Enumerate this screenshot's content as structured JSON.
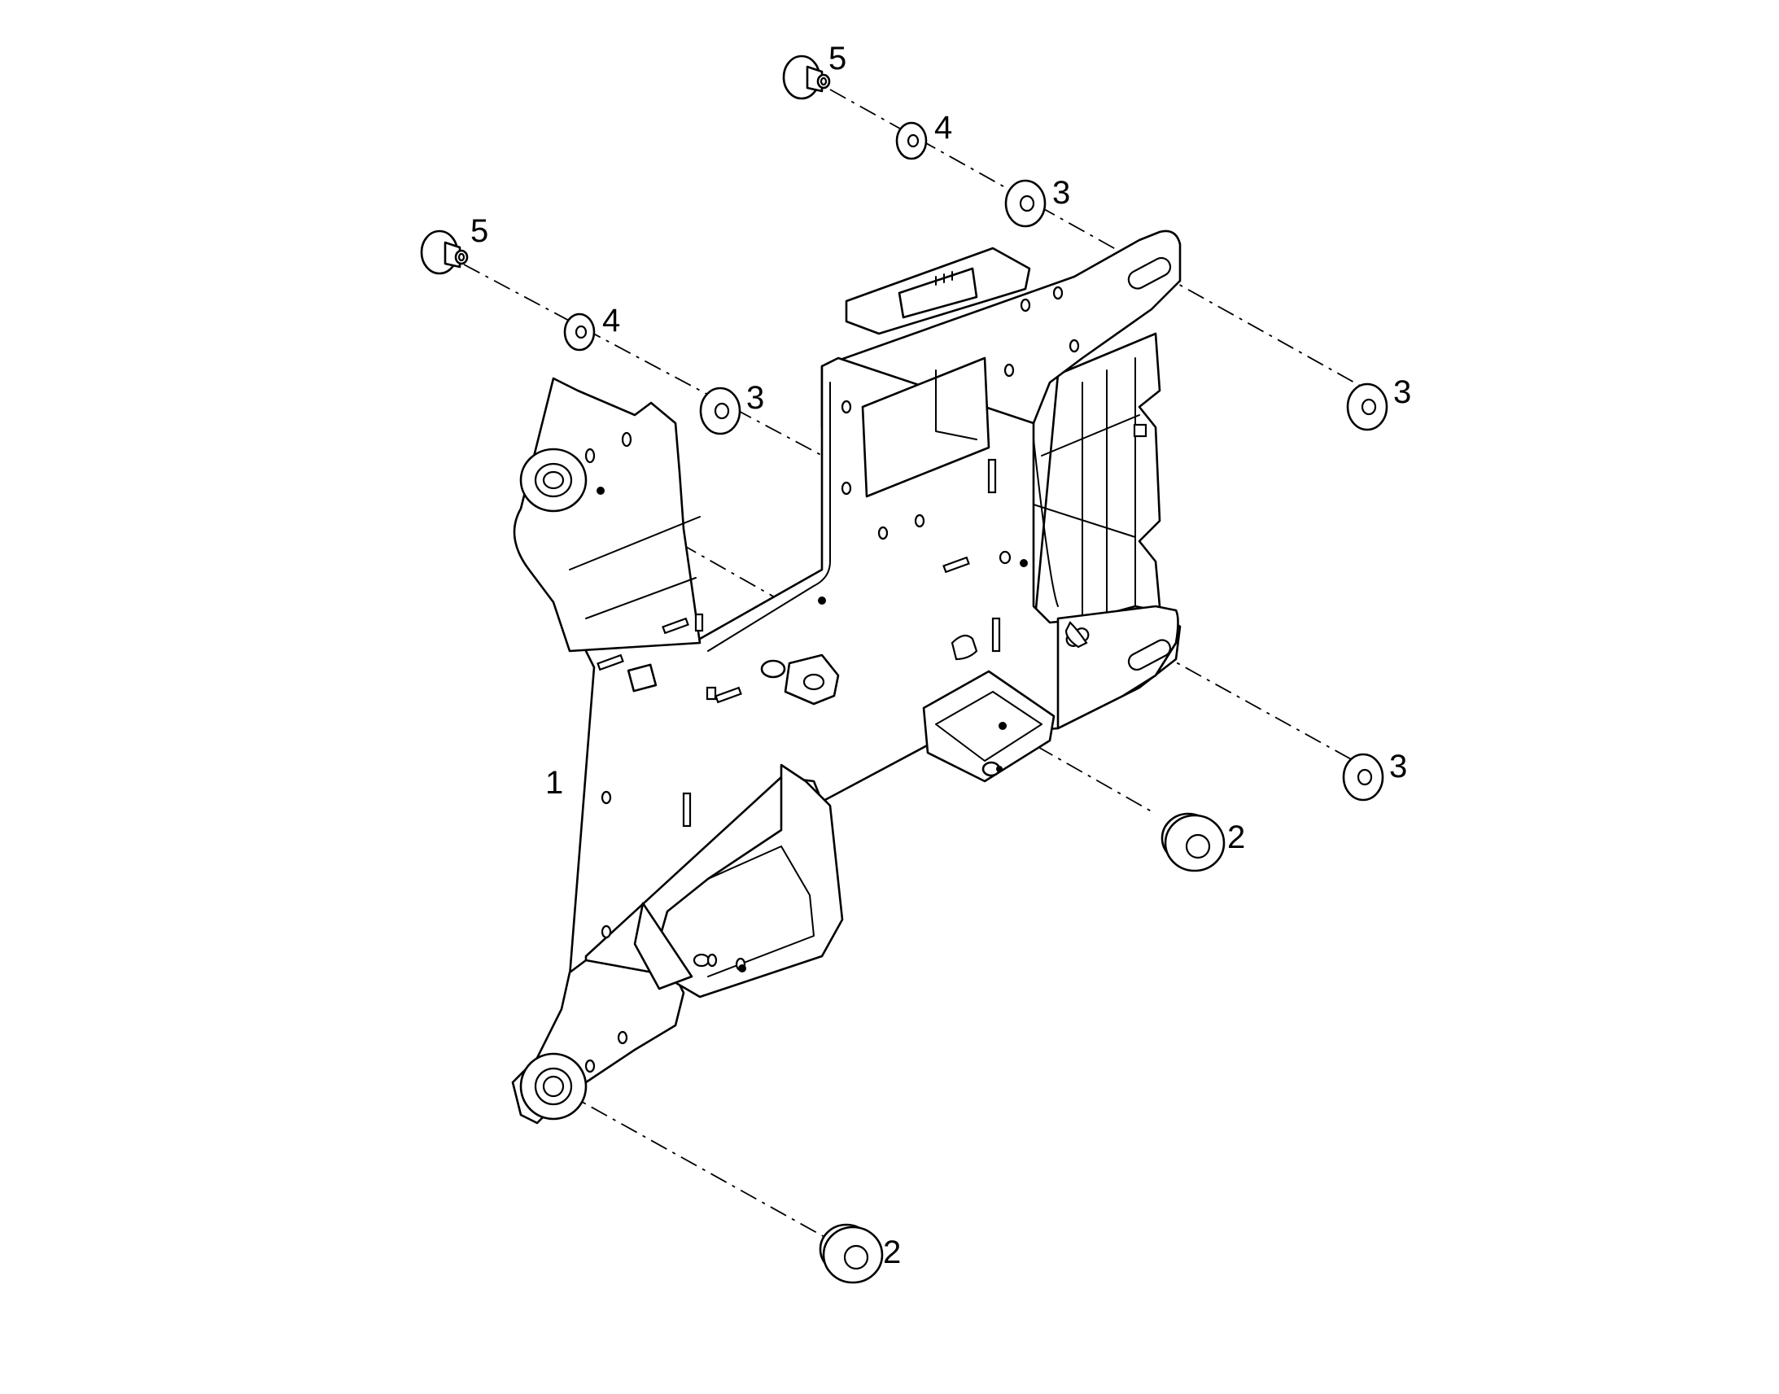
{
  "diagram": {
    "callouts": [
      {
        "id": "frame",
        "text": "1"
      },
      {
        "id": "cap-upper",
        "text": "2"
      },
      {
        "id": "cap-lower",
        "text": "2"
      },
      {
        "id": "washer3-a",
        "text": "3"
      },
      {
        "id": "washer3-b",
        "text": "3"
      },
      {
        "id": "washer3-c",
        "text": "3"
      },
      {
        "id": "washer3-d",
        "text": "3"
      },
      {
        "id": "washer4-a",
        "text": "4"
      },
      {
        "id": "washer4-b",
        "text": "4"
      },
      {
        "id": "bolt5-a",
        "text": "5"
      },
      {
        "id": "bolt5-b",
        "text": "5"
      }
    ]
  }
}
